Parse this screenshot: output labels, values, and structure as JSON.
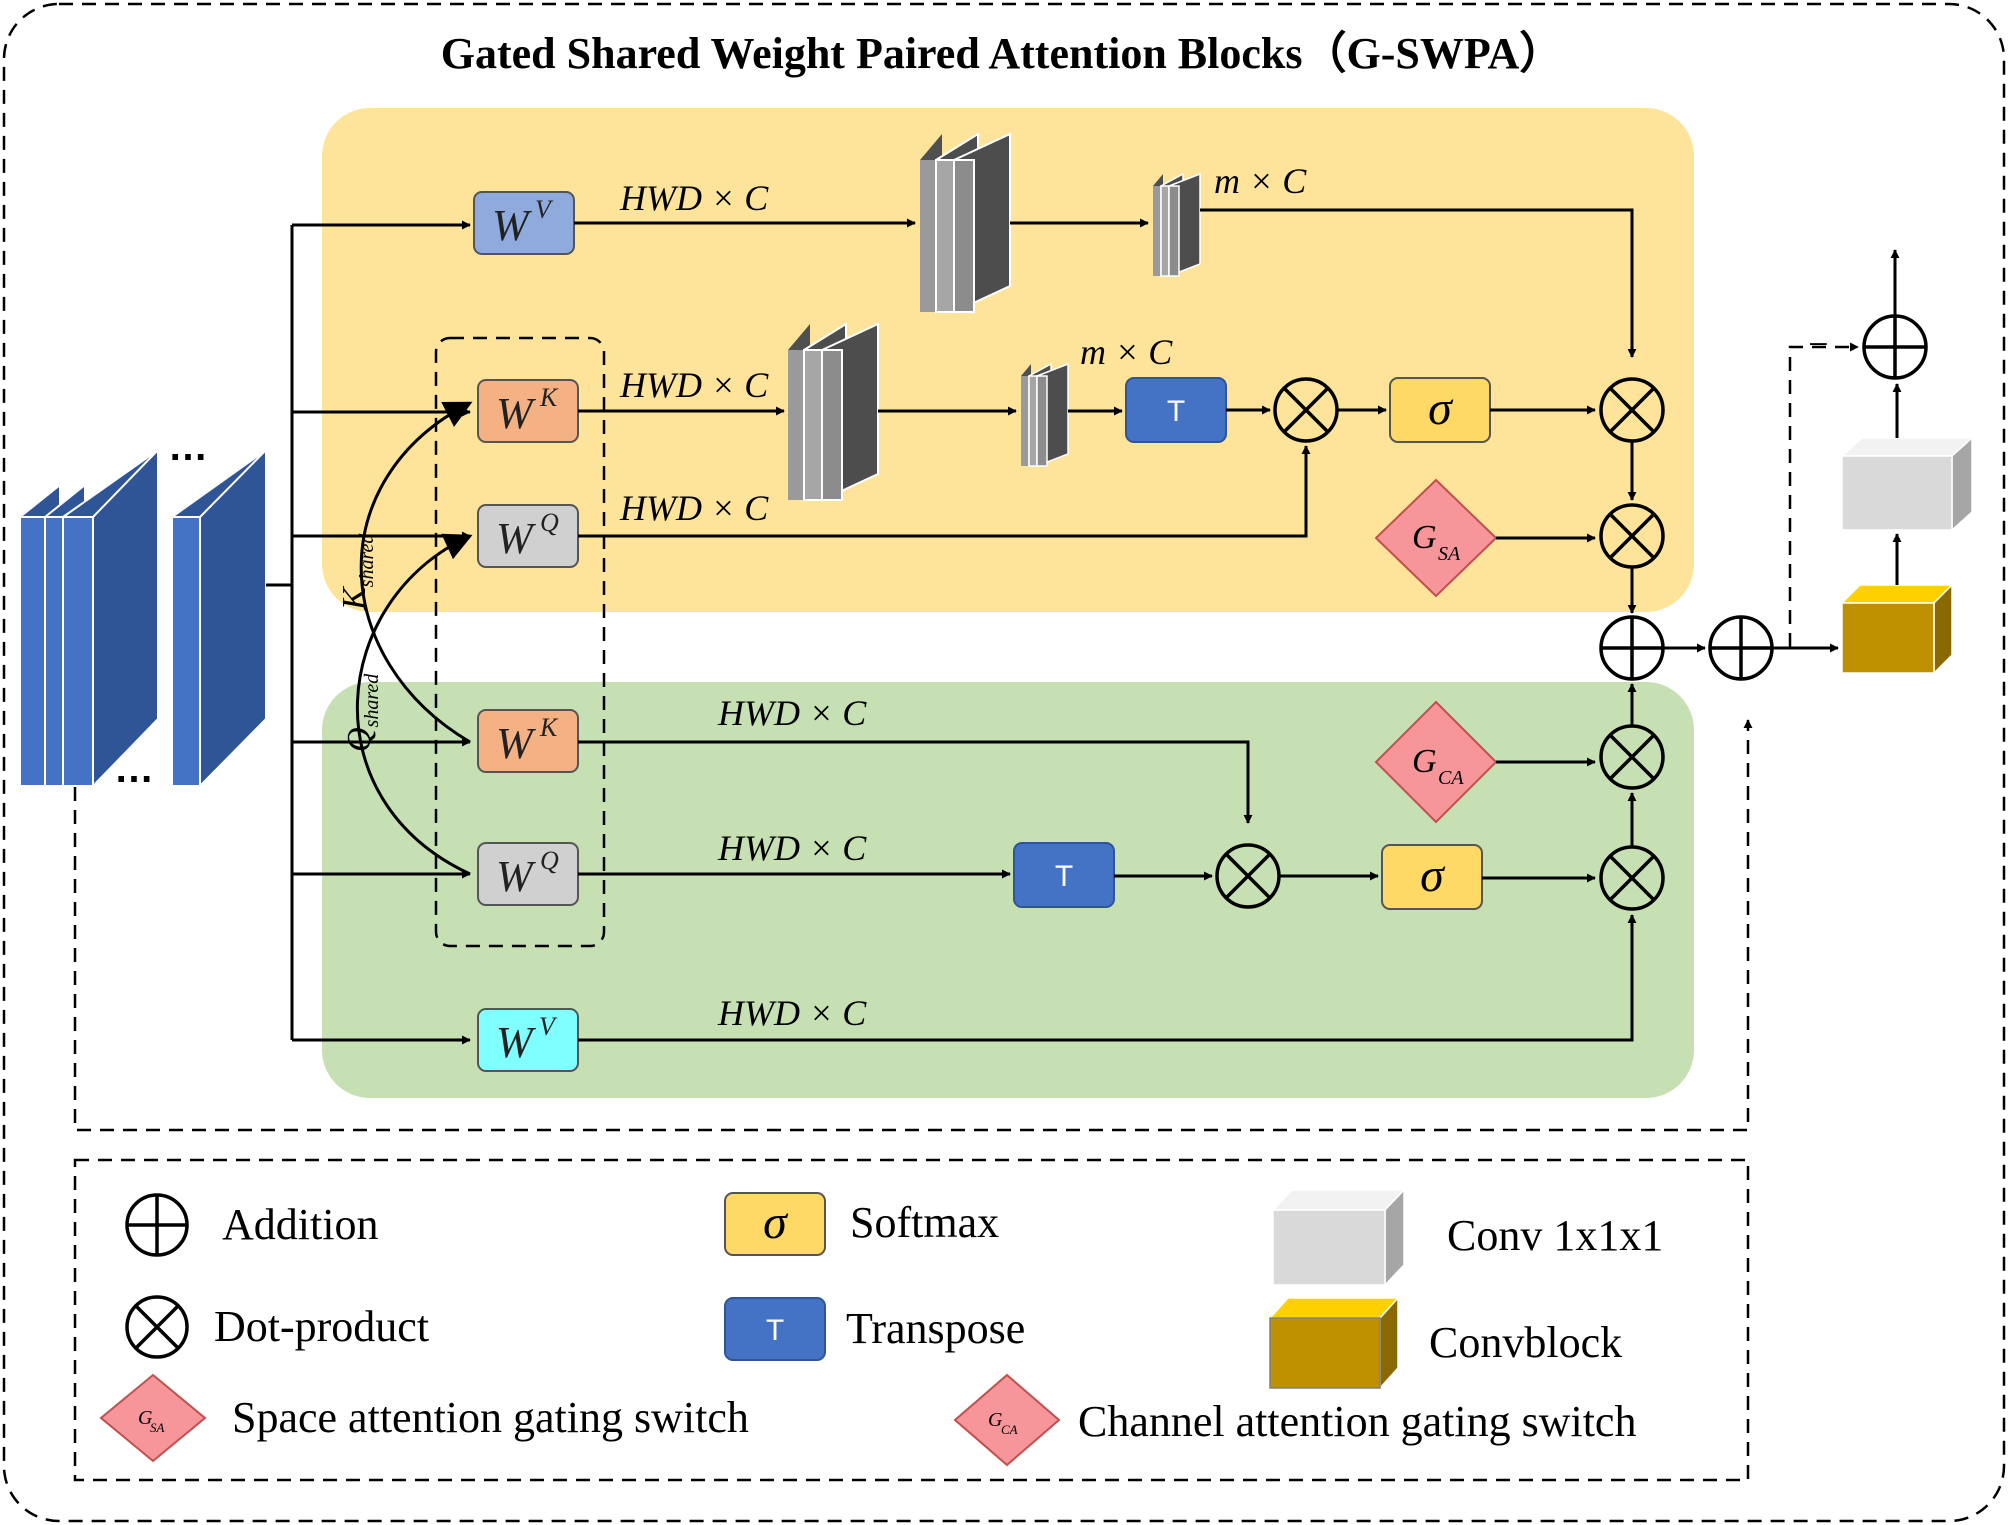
{
  "title": "Gated Shared Weight Paired Attention Blocks（G-SWPA）",
  "weights": {
    "w_label": "W",
    "v_sup": "V",
    "k_sup": "K",
    "q_sup": "Q"
  },
  "dims": {
    "hwd_c": "HWD × C",
    "m_c": "m × C"
  },
  "ops": {
    "transpose": "T",
    "softmax": "σ",
    "gate_letter": "G",
    "gate_sa_sub": "SA",
    "gate_ca_sub": "CA",
    "minus": "−",
    "dots": "…"
  },
  "shared": {
    "k_main": "K",
    "q_main": "Q",
    "sub": "shared"
  },
  "legend": {
    "addition": "Addition",
    "dot_product": "Dot-product",
    "softmax": "Softmax",
    "transpose": "Transpose",
    "conv": "Conv 1x1x1",
    "convblock": "Convblock",
    "space_gate": "Space attention gating switch",
    "channel_gate": "Channel attention gating switch"
  },
  "colors": {
    "sa_background": "#FDE49A",
    "ca_background": "#C6E0B4",
    "wv_top": "#8FAADC",
    "wk": "#F4B183",
    "wq": "#D0D0D0",
    "wv_bottom": "#7FFFFF",
    "transpose": "#4472C4",
    "softmax": "#FFD966",
    "gate": "#F6969A",
    "input_block": "#4472C4",
    "feature_block": "#808080",
    "conv": "#D9D9D9",
    "convblock": "#BF9000"
  }
}
